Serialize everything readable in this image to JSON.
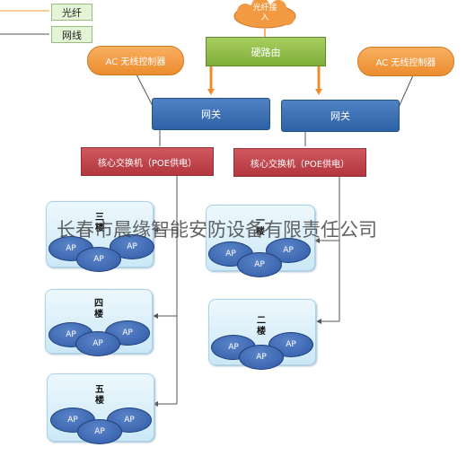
{
  "legend": {
    "fiber": "光纤",
    "cable": "网线"
  },
  "fiber_access": {
    "line1": "光纤接",
    "line2": "入"
  },
  "router": "硬路由",
  "ac_left": "AC 无线控制器",
  "ac_right": "AC 无线控制器",
  "gateway_left": "网关",
  "gateway_right": "网关",
  "core_left": "核心交换机（POE供电）",
  "core_right": "核心交换机（POE供电）",
  "floors": {
    "left_top": "三楼",
    "left_mid": "四楼",
    "left_bot": "五楼",
    "right_top": "一楼",
    "right_mid": "二楼"
  },
  "ap_label": "AP",
  "watermark": "长春市晨缘智能安防设备有限责任公司",
  "colors": {
    "fiber": "#f39a3a",
    "cable": "#555555",
    "router": "#8dbb48",
    "ac": "#f29a42",
    "gateway": "#3b6fb6",
    "core": "#c0464d",
    "ap": "#3a63ad"
  }
}
